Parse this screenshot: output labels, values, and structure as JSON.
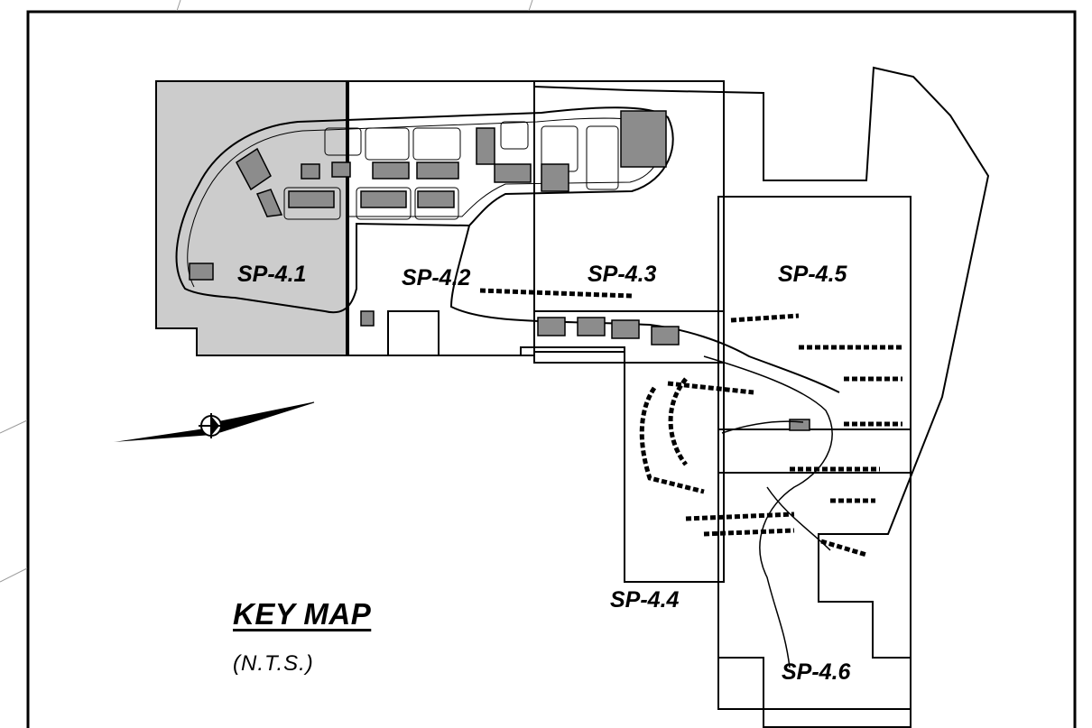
{
  "title": "KEY MAP",
  "scale_note": "(N.T.S.)",
  "sheets": [
    {
      "id": "SP-4.1",
      "label": "SP-4.1"
    },
    {
      "id": "SP-4.2",
      "label": "SP-4.2"
    },
    {
      "id": "SP-4.3",
      "label": "SP-4.3"
    },
    {
      "id": "SP-4.4",
      "label": "SP-4.4"
    },
    {
      "id": "SP-4.5",
      "label": "SP-4.5"
    },
    {
      "id": "SP-4.6",
      "label": "SP-4.6"
    }
  ],
  "colors": {
    "ink": "#000000",
    "highlight_sheet": "#cccccc",
    "building": "#8c8c8c",
    "paper": "#ffffff"
  },
  "icons": [
    "north-arrow-icon"
  ]
}
